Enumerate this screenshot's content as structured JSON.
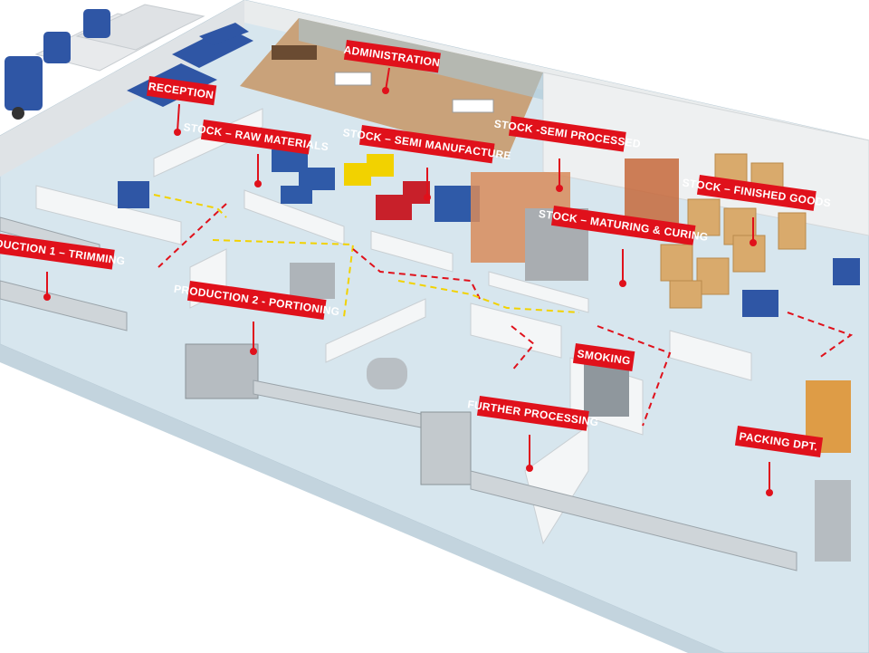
{
  "zones": {
    "administration": "ADMINISTRATION",
    "reception": "RECEPTION",
    "stock_raw_materials": "STOCK – RAW MATERIALS",
    "stock_semi_manufacture": "STOCK – SEMI MANUFACTURE",
    "stock_semi_processed": "STOCK -SEMI PROCESSED",
    "stock_finished_goods": "STOCK – FINISHED GOODS",
    "stock_maturing_curing": "STOCK – MATURING & CURING",
    "production_1_trimming": "ODUCTION 1 – TRIMMING",
    "production_2_portioning": "PRODUCTION 2 - PORTIONING",
    "smoking": "SMOKING",
    "further_processing": "FURTHER PROCESSING",
    "packing_dpt": "PACKING DPT."
  },
  "colors": {
    "label_red": "#e0111b",
    "floor": "#d9e7ef",
    "wall": "#eef0f2",
    "path_red": "#e0111b",
    "path_yellow": "#f2d200",
    "crate_blue": "#2f5aa8",
    "crate_yellow": "#f2d200",
    "crate_red": "#c8202a",
    "truck_blue": "#2f56a5",
    "cardboard": "#d9aa6c"
  }
}
